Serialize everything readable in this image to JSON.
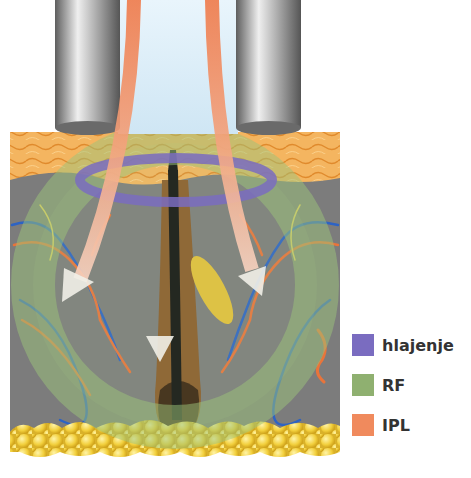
{
  "diagram": {
    "legend": [
      {
        "text": "hlajenje",
        "color": "#7a6cc0"
      },
      {
        "text": "RF",
        "color": "#8fb070"
      },
      {
        "text": "IPL",
        "color": "#f08a5d"
      }
    ]
  }
}
